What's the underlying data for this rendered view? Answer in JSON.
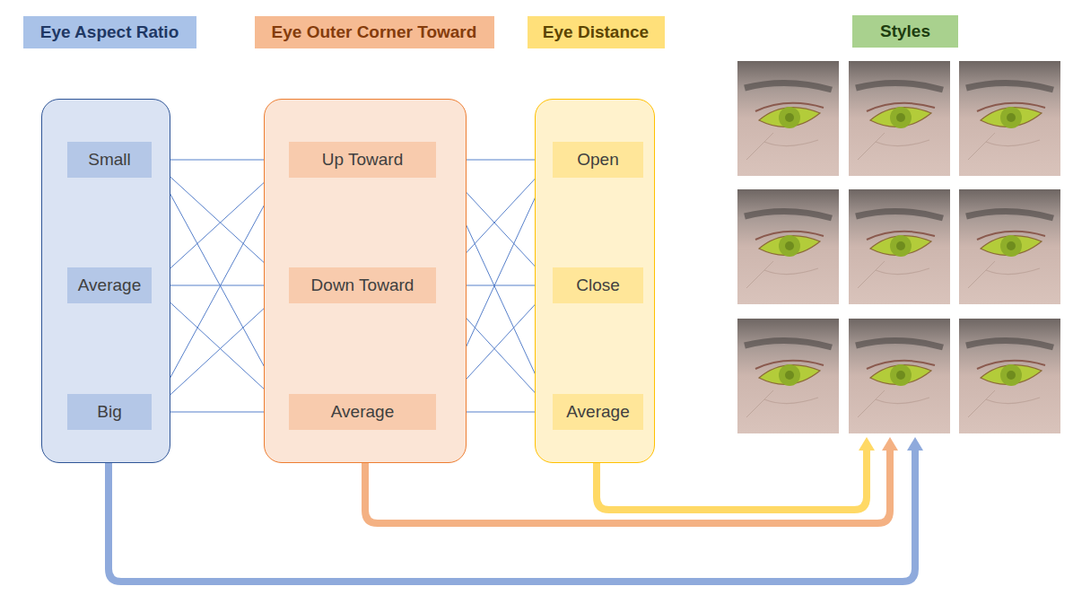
{
  "diagram": {
    "nodes": [
      {
        "text": [
          "Eye Aspect Ratio"
        ]
      },
      {
        "text": [
          "Small"
        ],
        "in": 0
      },
      {
        "text": [
          "Average"
        ],
        "in": 0
      },
      {
        "text": [
          "Big"
        ],
        "in": 0
      },
      {
        "text": [
          "Eye Outer Corner Toward"
        ]
      },
      {
        "text": [
          "Up Toward"
        ],
        "in": 4
      },
      {
        "text": [
          "Down Toward"
        ],
        "in": 4
      },
      {
        "text": [
          "Average"
        ],
        "in": 4
      },
      {
        "text": [
          "Eye Distance"
        ]
      },
      {
        "text": [
          "Open"
        ],
        "in": 8
      },
      {
        "text": [
          "Close"
        ],
        "in": 8
      },
      {
        "text": [
          "Average"
        ],
        "in": 8
      },
      {
        "text": [
          "Styles"
        ]
      }
    ],
    "edges": [
      {
        "from": 1,
        "to": 5,
        "arrow": "none"
      },
      {
        "from": 1,
        "to": 6,
        "arrow": "none"
      },
      {
        "from": 1,
        "to": 7,
        "arrow": "none"
      },
      {
        "from": 2,
        "to": 5,
        "arrow": "none"
      },
      {
        "from": 2,
        "to": 6,
        "arrow": "none"
      },
      {
        "from": 2,
        "to": 7,
        "arrow": "none"
      },
      {
        "from": 3,
        "to": 5,
        "arrow": "none"
      },
      {
        "from": 3,
        "to": 6,
        "arrow": "none"
      },
      {
        "from": 3,
        "to": 7,
        "arrow": "none"
      },
      {
        "from": 5,
        "to": 9,
        "arrow": "none"
      },
      {
        "from": 5,
        "to": 10,
        "arrow": "none"
      },
      {
        "from": 5,
        "to": 11,
        "arrow": "none"
      },
      {
        "from": 6,
        "to": 9,
        "arrow": "none"
      },
      {
        "from": 6,
        "to": 10,
        "arrow": "none"
      },
      {
        "from": 6,
        "to": 11,
        "arrow": "none"
      },
      {
        "from": 7,
        "to": 9,
        "arrow": "none"
      },
      {
        "from": 7,
        "to": 10,
        "arrow": "none"
      },
      {
        "from": 7,
        "to": 11,
        "arrow": "none"
      },
      {
        "from": 0,
        "to": 12,
        "arrow": "to"
      },
      {
        "from": 4,
        "to": 12,
        "arrow": "to"
      },
      {
        "from": 8,
        "to": 12,
        "arrow": "to"
      }
    ]
  }
}
